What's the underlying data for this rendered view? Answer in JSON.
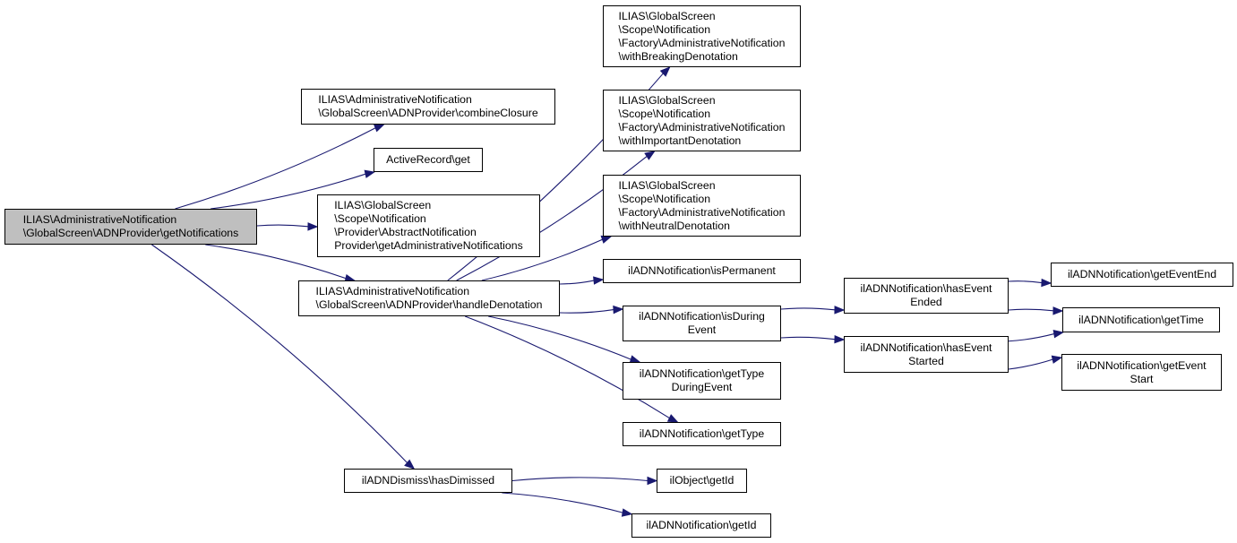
{
  "colors": {
    "edge": "#191970",
    "root_fill": "#bfbfbf",
    "node_fill": "#ffffff",
    "node_border": "#000000"
  },
  "nodes": {
    "root": {
      "lines": [
        "ILIAS\\AdministrativeNotification",
        "\\GlobalScreen\\ADNProvider\\getNotifications"
      ]
    },
    "combineClosure": {
      "lines": [
        "ILIAS\\AdministrativeNotification",
        "\\GlobalScreen\\ADNProvider\\combineClosure"
      ]
    },
    "arGet": {
      "lines": [
        "ActiveRecord\\get"
      ]
    },
    "getAdminNotifs": {
      "lines": [
        "ILIAS\\GlobalScreen",
        "\\Scope\\Notification",
        "\\Provider\\AbstractNotification",
        "Provider\\getAdministrativeNotifications"
      ]
    },
    "handleDenotation": {
      "lines": [
        "ILIAS\\AdministrativeNotification",
        "\\GlobalScreen\\ADNProvider\\handleDenotation"
      ]
    },
    "hasDimissed": {
      "lines": [
        "ilADNDismiss\\hasDimissed"
      ]
    },
    "withBreaking": {
      "lines": [
        "ILIAS\\GlobalScreen",
        "\\Scope\\Notification",
        "\\Factory\\AdministrativeNotification",
        "\\withBreakingDenotation"
      ]
    },
    "withImportant": {
      "lines": [
        "ILIAS\\GlobalScreen",
        "\\Scope\\Notification",
        "\\Factory\\AdministrativeNotification",
        "\\withImportantDenotation"
      ]
    },
    "withNeutral": {
      "lines": [
        "ILIAS\\GlobalScreen",
        "\\Scope\\Notification",
        "\\Factory\\AdministrativeNotification",
        "\\withNeutralDenotation"
      ]
    },
    "isPermanent": {
      "lines": [
        "ilADNNotification\\isPermanent"
      ]
    },
    "isDuringEvent": {
      "lines": [
        "ilADNNotification\\isDuring",
        "Event"
      ]
    },
    "getTypeDuringEvent": {
      "lines": [
        "ilADNNotification\\getType",
        "DuringEvent"
      ]
    },
    "getType": {
      "lines": [
        "ilADNNotification\\getType"
      ]
    },
    "objGetId": {
      "lines": [
        "ilObject\\getId"
      ]
    },
    "notifGetId": {
      "lines": [
        "ilADNNotification\\getId"
      ]
    },
    "hasEventEnded": {
      "lines": [
        "ilADNNotification\\hasEvent",
        "Ended"
      ]
    },
    "hasEventStarted": {
      "lines": [
        "ilADNNotification\\hasEvent",
        "Started"
      ]
    },
    "getEventEnd": {
      "lines": [
        "ilADNNotification\\getEventEnd"
      ]
    },
    "getTime": {
      "lines": [
        "ilADNNotification\\getTime"
      ]
    },
    "getEventStart": {
      "lines": [
        "ilADNNotification\\getEvent",
        "Start"
      ]
    }
  },
  "edges": [
    [
      "root",
      "combineClosure"
    ],
    [
      "root",
      "arGet"
    ],
    [
      "root",
      "getAdminNotifs"
    ],
    [
      "root",
      "handleDenotation"
    ],
    [
      "root",
      "hasDimissed"
    ],
    [
      "handleDenotation",
      "withBreaking"
    ],
    [
      "handleDenotation",
      "withImportant"
    ],
    [
      "handleDenotation",
      "withNeutral"
    ],
    [
      "handleDenotation",
      "isPermanent"
    ],
    [
      "handleDenotation",
      "isDuringEvent"
    ],
    [
      "handleDenotation",
      "getTypeDuringEvent"
    ],
    [
      "handleDenotation",
      "getType"
    ],
    [
      "hasDimissed",
      "objGetId"
    ],
    [
      "hasDimissed",
      "notifGetId"
    ],
    [
      "isDuringEvent",
      "hasEventEnded"
    ],
    [
      "isDuringEvent",
      "hasEventStarted"
    ],
    [
      "hasEventEnded",
      "getEventEnd"
    ],
    [
      "hasEventEnded",
      "getTime"
    ],
    [
      "hasEventStarted",
      "getTime"
    ],
    [
      "hasEventStarted",
      "getEventStart"
    ]
  ]
}
